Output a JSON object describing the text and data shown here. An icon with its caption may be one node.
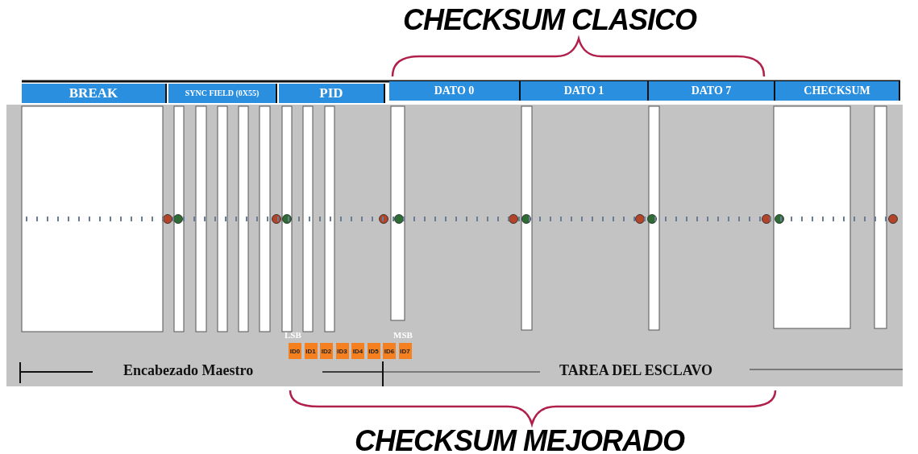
{
  "diagram": {
    "nodes": [
      {
        "text": [
          "BREAK"
        ]
      },
      {
        "text": [
          "SYNC FIELD (0X55)"
        ]
      },
      {
        "text": [
          "PID"
        ]
      },
      {
        "text": [
          "DATO 0"
        ]
      },
      {
        "text": [
          "DATO 1"
        ]
      },
      {
        "text": [
          "DATO 7"
        ]
      },
      {
        "text": [
          "CHECKSUM"
        ]
      },
      {
        "text": [
          "ID0"
        ]
      },
      {
        "text": [
          "ID1"
        ]
      },
      {
        "text": [
          "ID2"
        ]
      },
      {
        "text": [
          "ID3"
        ]
      },
      {
        "text": [
          "ID4"
        ]
      },
      {
        "text": [
          "ID5"
        ]
      },
      {
        "text": [
          "ID6"
        ]
      },
      {
        "text": [
          "ID7"
        ]
      }
    ],
    "labels": [
      "CHECKSUM CLASICO",
      "LSB",
      "MSB",
      "Encabezado Maestro",
      "TAREA DEL ESCLAVO",
      "CHECKSUM MEJORADO"
    ]
  }
}
